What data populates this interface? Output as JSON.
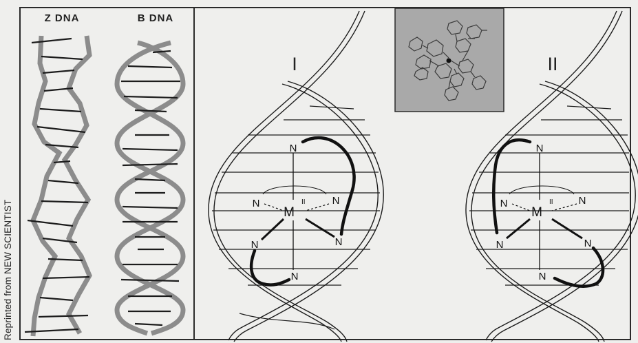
{
  "credit": "Reprinted from NEW SCIENTIST",
  "edge_text": "",
  "left_panel": {
    "z_label": "Z DNA",
    "b_label": "B DNA"
  },
  "right_panel": {
    "complex_I_label": "I",
    "complex_II_label": "II",
    "metal": "M",
    "oxidation_state": "II",
    "ligand_atom": "N"
  },
  "colors": {
    "frame": "#2a2a2a",
    "background": "#efefed",
    "helix_strand": "#8a8a8a",
    "inset_fill": "#a9a9a9",
    "ink": "#1c1c1c"
  }
}
